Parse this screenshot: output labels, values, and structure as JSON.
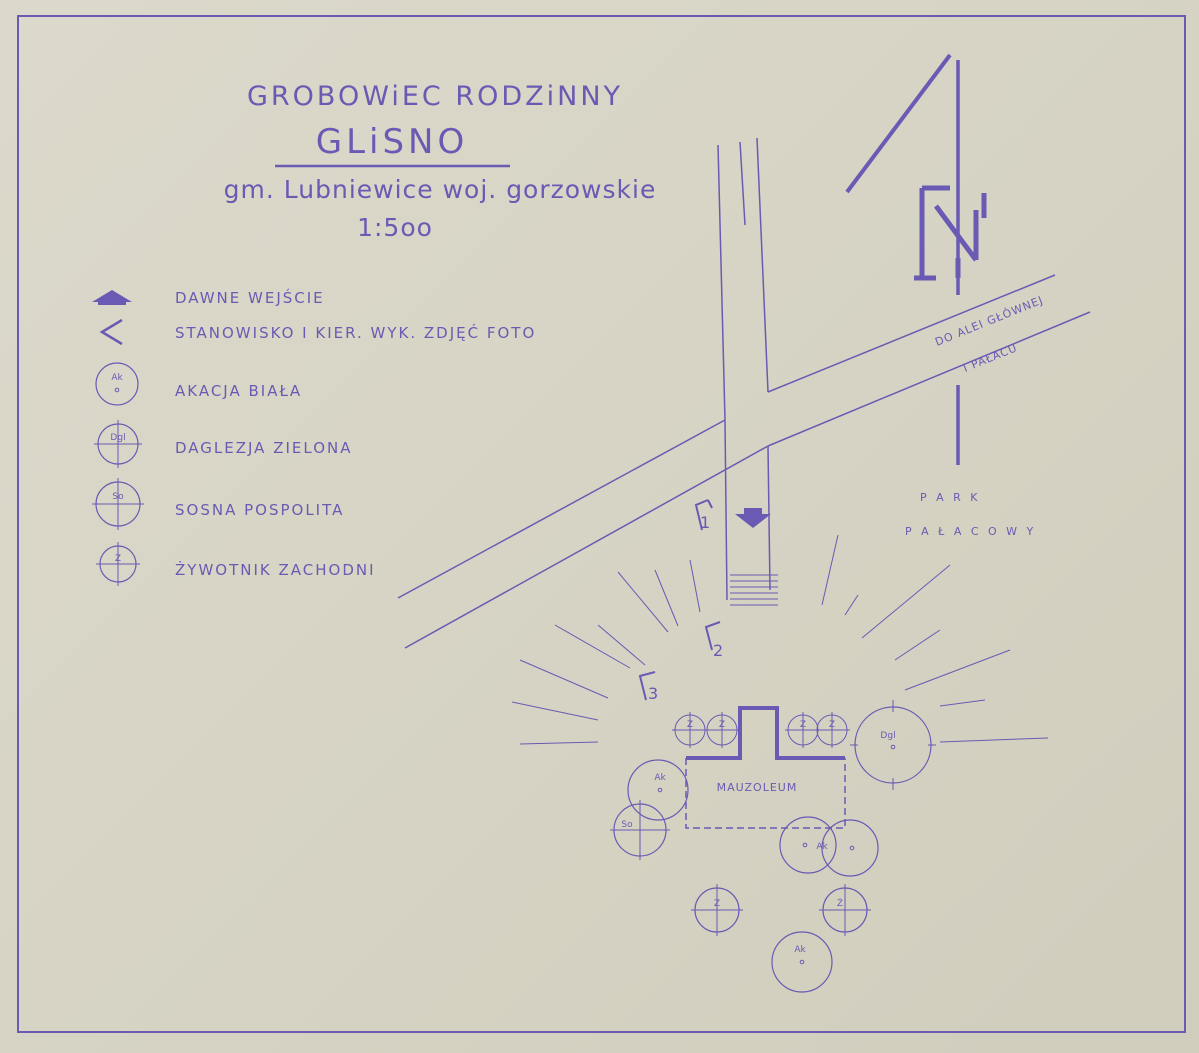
{
  "title": {
    "line1": "GROBOWiEC  RODZiNNY",
    "line2": "GLiSNO",
    "line3": "gm. Lubniewice  woj. gorzowskie",
    "scale": "1:5oo"
  },
  "legend": [
    {
      "icon": "entrance-arrow-icon",
      "label": "DAWNE  WEJŚCIE"
    },
    {
      "icon": "photo-angle-icon",
      "label": "STANOWISKO  I  KIER. WYK. ZDJĘĆ    FOTO"
    },
    {
      "icon": "acacia-tree-icon",
      "symbol": "Ak",
      "label": "AKACJA  BIAŁA"
    },
    {
      "icon": "douglas-fir-icon",
      "symbol": "Dgl",
      "label": "DAGLEZJA  ZIELONA"
    },
    {
      "icon": "pine-tree-icon",
      "symbol": "So",
      "label": "SOSNA  POSPOLITA"
    },
    {
      "icon": "thuja-tree-icon",
      "symbol": "Ż",
      "label": "ŻYWOTNIK  ZACHODNI"
    }
  ],
  "map": {
    "road_label_1": "DO ALEI GŁÓWNEJ",
    "road_label_2": "I PAŁACU",
    "park_label_1": "P A R K",
    "park_label_2": "P A Ł A C O W Y",
    "mausoleum": "MAUZOLEUM",
    "photo_points": [
      "1",
      "2",
      "3"
    ],
    "tree_labels": {
      "acacia": "Ak",
      "douglas": "Dgl",
      "pine": "So",
      "thuja": "Ż"
    }
  },
  "colors": {
    "ink": "#6a5ab3",
    "paper": "#d8d5c7"
  }
}
